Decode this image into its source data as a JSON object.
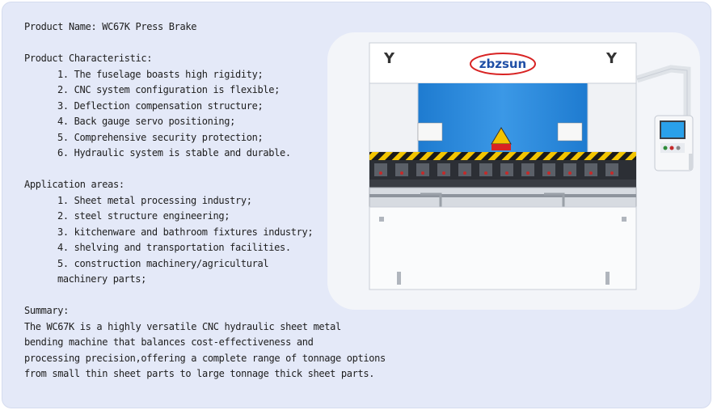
{
  "product": {
    "name_line": "Product Name: WC67K Press Brake"
  },
  "characteristics": {
    "heading": "Product Characteristic:",
    "items": [
      "1. The fuselage boasts high rigidity;",
      "2. CNC system configuration is flexible;",
      "3. Deflection compensation structure;",
      "4. Back gauge servo positioning;",
      "5. Comprehensive security protection;",
      "6. Hydraulic system is stable and durable."
    ]
  },
  "applications": {
    "heading": "Application areas:",
    "items": [
      "1. Sheet metal processing industry;",
      "2. steel structure engineering;",
      "3. kitchenware and bathroom fixtures industry;",
      "4. shelving and transportation facilities.",
      "5. construction machinery/agricultural",
      "machinery parts;"
    ]
  },
  "summary": {
    "heading": "Summary:",
    "lines": [
      "The WC67K is a highly versatile CNC hydraulic sheet metal",
      "bending machine that balances cost-effectiveness and",
      " processing precision,offering a complete range of tonnage options",
      "from small thin sheet parts to large tonnage thick sheet parts."
    ]
  },
  "image": {
    "brand_logo": "zbzsun"
  },
  "colors": {
    "card_bg": "#e4e9f8",
    "machine_blue": "#2a8ad8",
    "logo_red": "#d82323",
    "logo_blue": "#1f4fa6"
  }
}
